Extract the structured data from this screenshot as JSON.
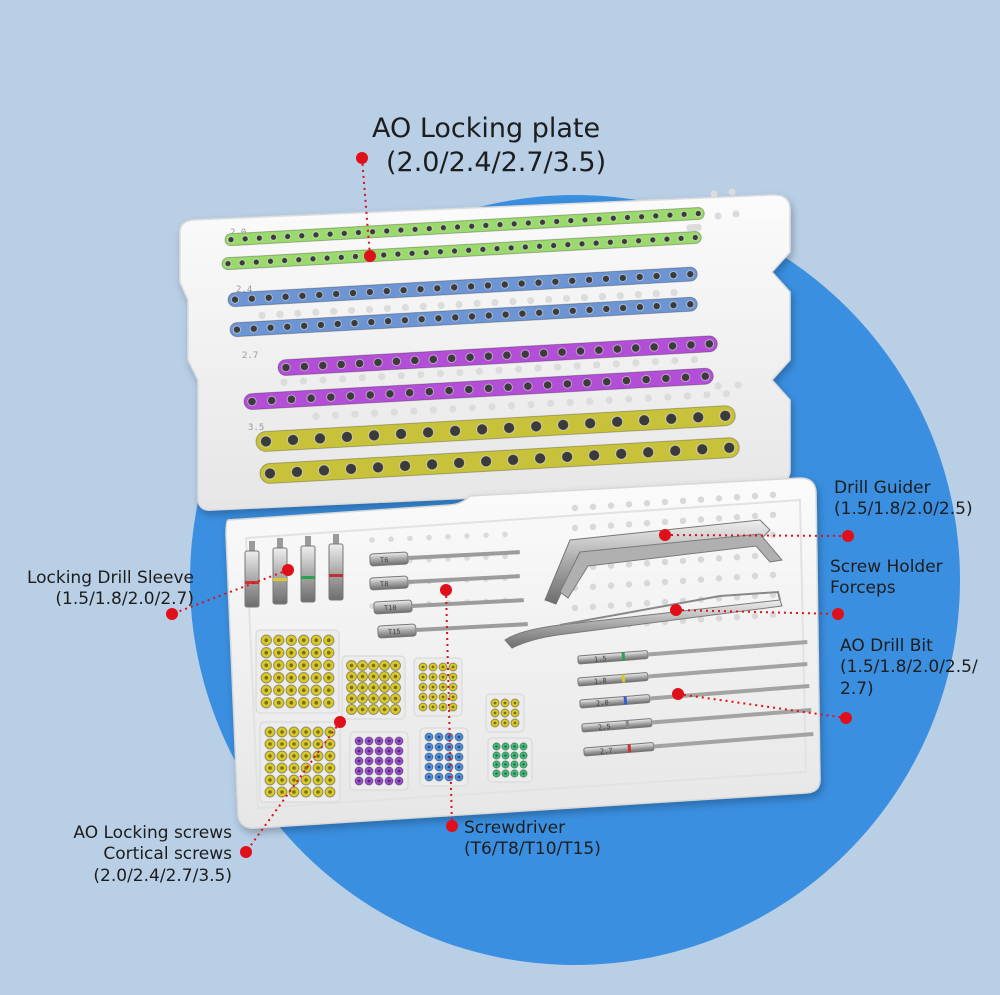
{
  "colors": {
    "background": "#b8cfe6",
    "circle": "#3a8fe0",
    "tray": "#f4f4f4",
    "callout_dot": "#e0101a",
    "plate_green": "#9ad96c",
    "plate_blue": "#6d95d4",
    "plate_purple": "#b34fd6",
    "plate_yellow": "#c8c23a",
    "screw_yellow": "#d8c82c",
    "screw_purple": "#9a4fd0",
    "screw_blue": "#4e8fe0",
    "screw_green": "#3fbf7a"
  },
  "labels": {
    "locking_plate": {
      "line1": "AO Locking plate",
      "line2": "(2.0/2.4/2.7/3.5)"
    },
    "drill_guider": {
      "line1": "Drill Guider",
      "line2": "(1.5/1.8/2.0/2.5)"
    },
    "screw_holder": {
      "line1": "Screw Holder",
      "line2": "Forceps"
    },
    "drill_bit": {
      "line1": "AO Drill Bit",
      "line2": "(1.5/1.8/2.0/2.5/",
      "line3": "2.7)"
    },
    "drill_sleeve": {
      "line1": "Locking Drill Sleeve",
      "line2": "(1.5/1.8/2.0/2.7)"
    },
    "screws": {
      "line1": "AO Locking screws",
      "line2": "Cortical screws",
      "line3": "(2.0/2.4/2.7/3.5)"
    },
    "screwdriver": {
      "line1": "Screwdriver",
      "line2": "(T6/T8/T10/T15)"
    }
  },
  "tray_markings": {
    "row_sizes": [
      "2.0",
      "2.4",
      "2.7",
      "3.5"
    ],
    "bit_labels": [
      "1.5",
      "1.8",
      "2.0",
      "2.5",
      "2.7"
    ],
    "driver_labels": [
      "T6",
      "T8",
      "T10",
      "T15"
    ]
  }
}
